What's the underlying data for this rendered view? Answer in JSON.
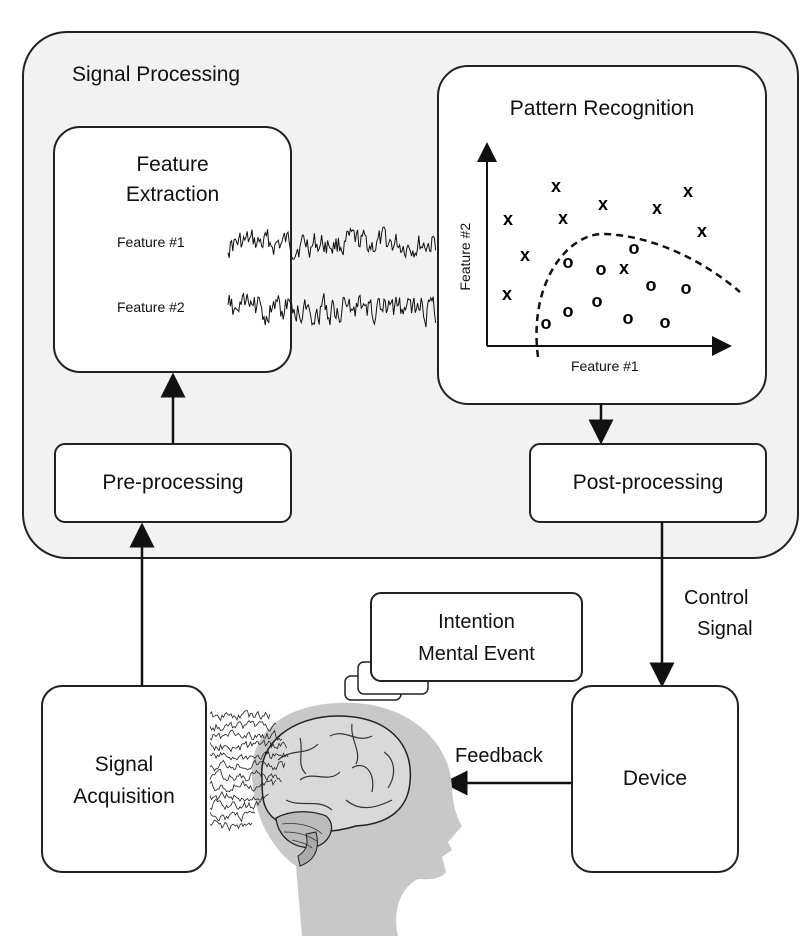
{
  "diagram": {
    "title": "Signal Processing",
    "feature_extraction": {
      "line1": "Feature",
      "line2": "Extraction"
    },
    "feature1_label": "Feature #1",
    "feature2_label": "Feature #2",
    "pattern_recognition": {
      "title": "Pattern Recognition",
      "x_axis": "Feature #1",
      "y_axis": "Feature #2",
      "class_x_marker": "x",
      "class_o_marker": "o"
    },
    "preprocessing": "Pre-processing",
    "postprocessing": "Post-processing",
    "control_signal": {
      "line1": "Control",
      "line2": "Signal"
    },
    "intention": {
      "line1": "Intention",
      "line2": "Mental Event"
    },
    "signal_acquisition": {
      "line1": "Signal",
      "line2": "Acquisition"
    },
    "device": "Device",
    "feedback": "Feedback"
  },
  "colors": {
    "panel_fill": "#f2f2f2",
    "head_fill": "#c8c8c8",
    "brain_fill": "#d9d9d9",
    "stroke": "#111111"
  }
}
